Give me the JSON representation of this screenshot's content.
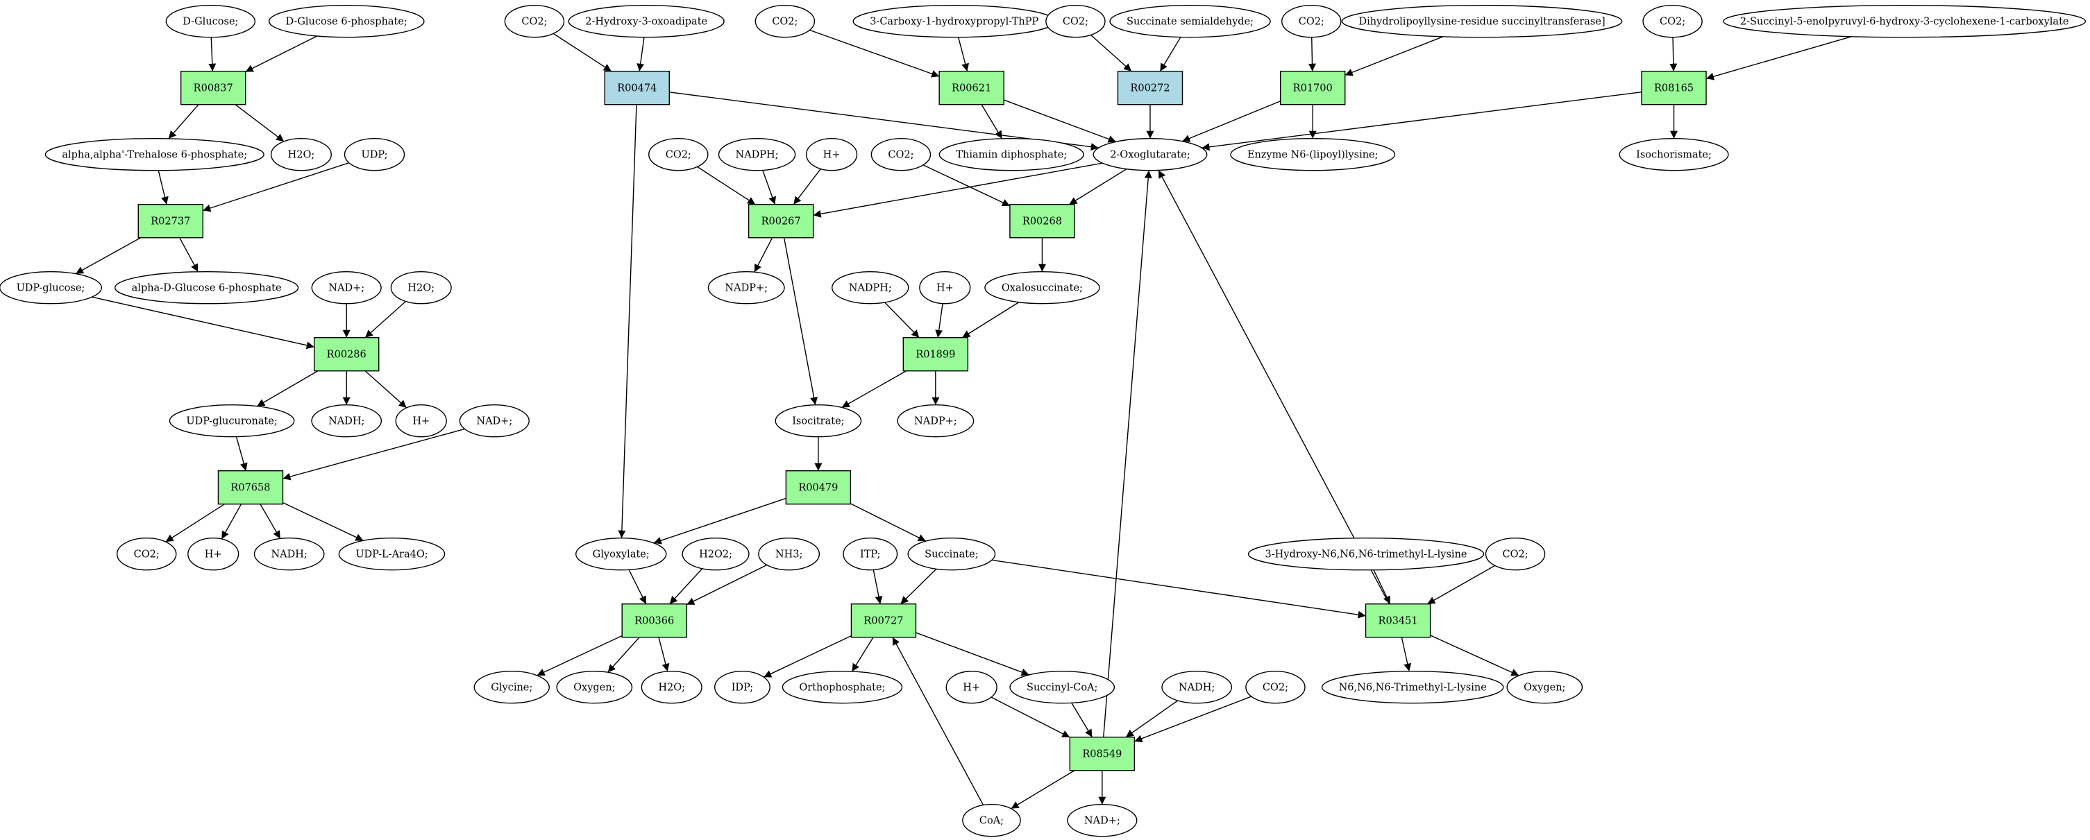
{
  "colors": {
    "reaction": "#98fb98",
    "reaction_alt": "#add8e6",
    "compound": "#ffffff",
    "start": "#00ff00",
    "target": "#ffff00",
    "line": "#000000"
  },
  "nodes": [
    {
      "id": "c_dglucose",
      "label": "D-Glucose;",
      "kind": "compound",
      "fill": "start"
    },
    {
      "id": "c_dg6p",
      "label": "D-Glucose 6-phosphate;",
      "kind": "compound"
    },
    {
      "id": "r_R00837",
      "label": "R00837",
      "kind": "reaction"
    },
    {
      "id": "c_tre6p",
      "label": "alpha,alpha'-Trehalose 6-phosphate;",
      "kind": "compound"
    },
    {
      "id": "c_h2o_1",
      "label": "H2O;",
      "kind": "compound"
    },
    {
      "id": "c_udp",
      "label": "UDP;",
      "kind": "compound"
    },
    {
      "id": "r_R02737",
      "label": "R02737",
      "kind": "reaction"
    },
    {
      "id": "c_udpglc",
      "label": "UDP-glucose;",
      "kind": "compound"
    },
    {
      "id": "c_adg6p",
      "label": "alpha-D-Glucose 6-phosphate",
      "kind": "compound"
    },
    {
      "id": "c_nad_1",
      "label": "NAD+;",
      "kind": "compound"
    },
    {
      "id": "c_h2o_2",
      "label": "H2O;",
      "kind": "compound"
    },
    {
      "id": "r_R00286",
      "label": "R00286",
      "kind": "reaction"
    },
    {
      "id": "c_udpglcur",
      "label": "UDP-glucuronate;",
      "kind": "compound"
    },
    {
      "id": "c_nadh_1",
      "label": "NADH;",
      "kind": "compound"
    },
    {
      "id": "c_h_1",
      "label": "H+",
      "kind": "compound"
    },
    {
      "id": "c_nad_2",
      "label": "NAD+;",
      "kind": "compound"
    },
    {
      "id": "r_R07658",
      "label": "R07658",
      "kind": "reaction"
    },
    {
      "id": "c_co2_1",
      "label": "CO2;",
      "kind": "compound"
    },
    {
      "id": "c_h_2",
      "label": "H+",
      "kind": "compound"
    },
    {
      "id": "c_nadh_2",
      "label": "NADH;",
      "kind": "compound"
    },
    {
      "id": "c_udplara",
      "label": "UDP-L-Ara4O;",
      "kind": "compound"
    },
    {
      "id": "c_co2_2",
      "label": "CO2;",
      "kind": "compound"
    },
    {
      "id": "c_2h3oa",
      "label": "2-Hydroxy-3-oxoadipate",
      "kind": "compound"
    },
    {
      "id": "r_R00474",
      "label": "R00474",
      "kind": "reaction",
      "fill": "reaction_alt"
    },
    {
      "id": "c_co2_3",
      "label": "CO2;",
      "kind": "compound"
    },
    {
      "id": "c_3cthpp",
      "label": "3-Carboxy-1-hydroxypropyl-ThPP",
      "kind": "compound"
    },
    {
      "id": "r_R00621",
      "label": "R00621",
      "kind": "reaction"
    },
    {
      "id": "c_co2_4",
      "label": "CO2;",
      "kind": "compound"
    },
    {
      "id": "c_ssa",
      "label": "Succinate semialdehyde;",
      "kind": "compound"
    },
    {
      "id": "r_R00272",
      "label": "R00272",
      "kind": "reaction",
      "fill": "reaction_alt"
    },
    {
      "id": "c_co2_5",
      "label": "CO2;",
      "kind": "compound"
    },
    {
      "id": "c_dlst",
      "label": "Dihydrolipoyllysine-residue succinyltransferase]",
      "kind": "compound"
    },
    {
      "id": "r_R01700",
      "label": "R01700",
      "kind": "reaction"
    },
    {
      "id": "c_co2_6",
      "label": "CO2;",
      "kind": "compound"
    },
    {
      "id": "c_2sephc",
      "label": "2-Succinyl-5-enolpyruvyl-6-hydroxy-3-cyclohexene-1-carboxylate",
      "kind": "compound"
    },
    {
      "id": "r_R08165",
      "label": "R08165",
      "kind": "reaction"
    },
    {
      "id": "c_thdp",
      "label": "Thiamin diphosphate;",
      "kind": "compound"
    },
    {
      "id": "c_2og",
      "label": "2-Oxoglutarate;",
      "kind": "compound"
    },
    {
      "id": "c_enl",
      "label": "Enzyme N6-(lipoyl)lysine;",
      "kind": "compound"
    },
    {
      "id": "c_isochor",
      "label": "Isochorismate;",
      "kind": "compound"
    },
    {
      "id": "c_co2_7",
      "label": "CO2;",
      "kind": "compound"
    },
    {
      "id": "c_nadph_1",
      "label": "NADPH;",
      "kind": "compound"
    },
    {
      "id": "c_h_3",
      "label": "H+",
      "kind": "compound"
    },
    {
      "id": "c_co2_8",
      "label": "CO2;",
      "kind": "compound"
    },
    {
      "id": "r_R00267",
      "label": "R00267",
      "kind": "reaction"
    },
    {
      "id": "r_R00268",
      "label": "R00268",
      "kind": "reaction"
    },
    {
      "id": "c_nadp_1",
      "label": "NADP+;",
      "kind": "compound"
    },
    {
      "id": "c_nadph_2",
      "label": "NADPH;",
      "kind": "compound"
    },
    {
      "id": "c_h_4",
      "label": "H+",
      "kind": "compound"
    },
    {
      "id": "c_oxsucc",
      "label": "Oxalosuccinate;",
      "kind": "compound"
    },
    {
      "id": "r_R01899",
      "label": "R01899",
      "kind": "reaction"
    },
    {
      "id": "c_isocit",
      "label": "Isocitrate;",
      "kind": "compound"
    },
    {
      "id": "c_nadp_2",
      "label": "NADP+;",
      "kind": "compound"
    },
    {
      "id": "r_R00479",
      "label": "R00479",
      "kind": "reaction"
    },
    {
      "id": "c_glyox",
      "label": "Glyoxylate;",
      "kind": "compound"
    },
    {
      "id": "c_h2o2",
      "label": "H2O2;",
      "kind": "compound"
    },
    {
      "id": "c_nh3",
      "label": "NH3;",
      "kind": "compound"
    },
    {
      "id": "c_itp",
      "label": "ITP;",
      "kind": "compound"
    },
    {
      "id": "c_succ",
      "label": "Succinate;",
      "kind": "compound"
    },
    {
      "id": "c_3html",
      "label": "3-Hydroxy-N6,N6,N6-trimethyl-L-lysine",
      "kind": "compound"
    },
    {
      "id": "c_co2_9",
      "label": "CO2;",
      "kind": "compound"
    },
    {
      "id": "r_R00366",
      "label": "R00366",
      "kind": "reaction"
    },
    {
      "id": "r_R00727",
      "label": "R00727",
      "kind": "reaction"
    },
    {
      "id": "r_R03451",
      "label": "R03451",
      "kind": "reaction"
    },
    {
      "id": "c_glycine",
      "label": "Glycine;",
      "kind": "compound",
      "fill": "target"
    },
    {
      "id": "c_oxygen_1",
      "label": "Oxygen;",
      "kind": "compound"
    },
    {
      "id": "c_h2o_3",
      "label": "H2O;",
      "kind": "compound"
    },
    {
      "id": "c_idp",
      "label": "IDP;",
      "kind": "compound"
    },
    {
      "id": "c_ophos",
      "label": "Orthophosphate;",
      "kind": "compound"
    },
    {
      "id": "c_h_5",
      "label": "H+",
      "kind": "compound"
    },
    {
      "id": "c_succoa",
      "label": "Succinyl-CoA;",
      "kind": "compound"
    },
    {
      "id": "c_nadh_3",
      "label": "NADH;",
      "kind": "compound"
    },
    {
      "id": "c_co2_10",
      "label": "CO2;",
      "kind": "compound"
    },
    {
      "id": "c_tml",
      "label": "N6,N6,N6-Trimethyl-L-lysine",
      "kind": "compound"
    },
    {
      "id": "c_oxygen_2",
      "label": "Oxygen;",
      "kind": "compound"
    },
    {
      "id": "r_R08549",
      "label": "R08549",
      "kind": "reaction"
    },
    {
      "id": "c_coa",
      "label": "CoA;",
      "kind": "compound"
    },
    {
      "id": "c_nad_3",
      "label": "NAD+;",
      "kind": "compound"
    }
  ],
  "edges": [
    [
      "c_dglucose",
      "r_R00837"
    ],
    [
      "c_dg6p",
      "r_R00837"
    ],
    [
      "r_R00837",
      "c_tre6p"
    ],
    [
      "r_R00837",
      "c_h2o_1"
    ],
    [
      "c_tre6p",
      "r_R02737"
    ],
    [
      "c_udp",
      "r_R02737"
    ],
    [
      "r_R02737",
      "c_udpglc"
    ],
    [
      "r_R02737",
      "c_adg6p"
    ],
    [
      "c_udpglc",
      "r_R00286"
    ],
    [
      "c_nad_1",
      "r_R00286"
    ],
    [
      "c_h2o_2",
      "r_R00286"
    ],
    [
      "r_R00286",
      "c_udpglcur"
    ],
    [
      "r_R00286",
      "c_nadh_1"
    ],
    [
      "r_R00286",
      "c_h_1"
    ],
    [
      "c_udpglcur",
      "r_R07658"
    ],
    [
      "c_nad_2",
      "r_R07658"
    ],
    [
      "r_R07658",
      "c_co2_1"
    ],
    [
      "r_R07658",
      "c_h_2"
    ],
    [
      "r_R07658",
      "c_nadh_2"
    ],
    [
      "r_R07658",
      "c_udplara"
    ],
    [
      "c_co2_2",
      "r_R00474"
    ],
    [
      "c_2h3oa",
      "r_R00474"
    ],
    [
      "r_R00474",
      "c_2og"
    ],
    [
      "r_R00474",
      "c_glyox"
    ],
    [
      "c_co2_3",
      "r_R00621"
    ],
    [
      "c_3cthpp",
      "r_R00621"
    ],
    [
      "r_R00621",
      "c_thdp"
    ],
    [
      "r_R00621",
      "c_2og"
    ],
    [
      "c_co2_4",
      "r_R00272"
    ],
    [
      "c_ssa",
      "r_R00272"
    ],
    [
      "r_R00272",
      "c_2og"
    ],
    [
      "c_co2_5",
      "r_R01700"
    ],
    [
      "c_dlst",
      "r_R01700"
    ],
    [
      "r_R01700",
      "c_2og"
    ],
    [
      "r_R01700",
      "c_enl"
    ],
    [
      "c_co2_6",
      "r_R08165"
    ],
    [
      "c_2sephc",
      "r_R08165"
    ],
    [
      "r_R08165",
      "c_2og"
    ],
    [
      "r_R08165",
      "c_isochor"
    ],
    [
      "c_co2_7",
      "r_R00267"
    ],
    [
      "c_nadph_1",
      "r_R00267"
    ],
    [
      "c_h_3",
      "r_R00267"
    ],
    [
      "c_2og",
      "r_R00267"
    ],
    [
      "r_R00267",
      "c_nadp_1"
    ],
    [
      "r_R00267",
      "c_isocit"
    ],
    [
      "c_co2_8",
      "r_R00268"
    ],
    [
      "c_2og",
      "r_R00268"
    ],
    [
      "r_R00268",
      "c_oxsucc"
    ],
    [
      "c_nadph_2",
      "r_R01899"
    ],
    [
      "c_h_4",
      "r_R01899"
    ],
    [
      "c_oxsucc",
      "r_R01899"
    ],
    [
      "r_R01899",
      "c_isocit"
    ],
    [
      "r_R01899",
      "c_nadp_2"
    ],
    [
      "c_isocit",
      "r_R00479"
    ],
    [
      "r_R00479",
      "c_glyox"
    ],
    [
      "r_R00479",
      "c_succ"
    ],
    [
      "c_glyox",
      "r_R00366"
    ],
    [
      "c_h2o2",
      "r_R00366"
    ],
    [
      "c_nh3",
      "r_R00366"
    ],
    [
      "r_R00366",
      "c_glycine"
    ],
    [
      "r_R00366",
      "c_oxygen_1"
    ],
    [
      "r_R00366",
      "c_h2o_3"
    ],
    [
      "c_itp",
      "r_R00727"
    ],
    [
      "c_succ",
      "r_R00727"
    ],
    [
      "c_coa",
      "r_R00727"
    ],
    [
      "r_R00727",
      "c_idp"
    ],
    [
      "r_R00727",
      "c_ophos"
    ],
    [
      "r_R00727",
      "c_succoa"
    ],
    [
      "c_succ",
      "r_R03451"
    ],
    [
      "c_3html",
      "r_R03451"
    ],
    [
      "c_co2_9",
      "r_R03451"
    ],
    [
      "r_R03451",
      "c_2og"
    ],
    [
      "r_R03451",
      "c_tml"
    ],
    [
      "r_R03451",
      "c_oxygen_2"
    ],
    [
      "c_h_5",
      "r_R08549"
    ],
    [
      "c_succoa",
      "r_R08549"
    ],
    [
      "c_nadh_3",
      "r_R08549"
    ],
    [
      "c_co2_10",
      "r_R08549"
    ],
    [
      "r_R08549",
      "c_2og"
    ],
    [
      "r_R08549",
      "c_coa"
    ],
    [
      "r_R08549",
      "c_nad_3"
    ]
  ]
}
